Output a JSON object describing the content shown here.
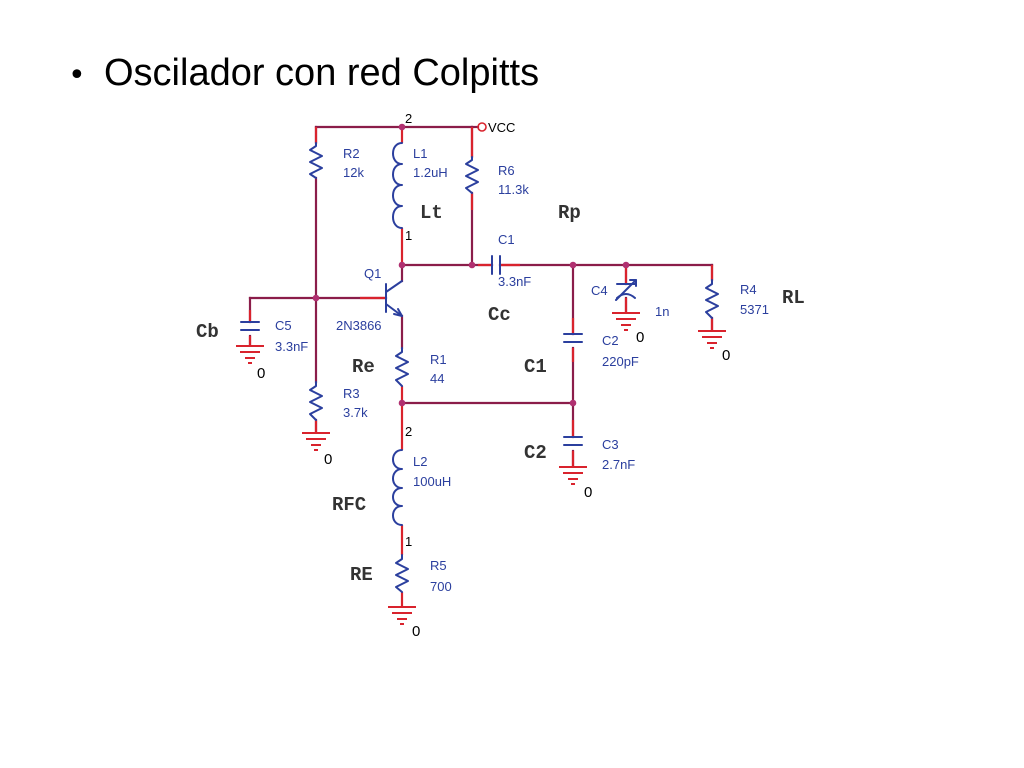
{
  "slide": {
    "bullet": "•",
    "title": "Oscilador con red Colpitts"
  },
  "circuit": {
    "vcc": "VCC",
    "node_labels": {
      "l1_top_pin": "2",
      "l1_bottom_pin": "1",
      "l2_top_pin": "2",
      "l2_bottom_pin": "1"
    },
    "grounds": [
      "0",
      "0",
      "0",
      "0",
      "0",
      "0"
    ],
    "components": {
      "R2": {
        "ref": "R2",
        "value": "12k"
      },
      "L1": {
        "ref": "L1",
        "value": "1.2uH"
      },
      "R6": {
        "ref": "R6",
        "value": "11.3k"
      },
      "C1": {
        "ref": "C1",
        "value": "3.3nF"
      },
      "Q1": {
        "ref": "Q1",
        "value": "2N3866"
      },
      "C5": {
        "ref": "C5",
        "value": "3.3nF"
      },
      "R3": {
        "ref": "R3",
        "value": "3.7k"
      },
      "R1": {
        "ref": "R1",
        "value": "44"
      },
      "C4": {
        "ref": "C4",
        "value": "1n"
      },
      "R4": {
        "ref": "R4",
        "value": "5371"
      },
      "C2": {
        "ref": "C2",
        "value": "220pF"
      },
      "C3": {
        "ref": "C3",
        "value": "2.7nF"
      },
      "L2": {
        "ref": "L2",
        "value": "100uH"
      },
      "R5": {
        "ref": "R5",
        "value": "700"
      }
    },
    "annotations": {
      "lt": "Lt",
      "rp": "Rp",
      "cc": "Cc",
      "rl": "RL",
      "cb": "Cb",
      "re": "Re",
      "c1": "C1",
      "c2": "C2",
      "rfc": "RFC",
      "re_big": "RE"
    }
  }
}
